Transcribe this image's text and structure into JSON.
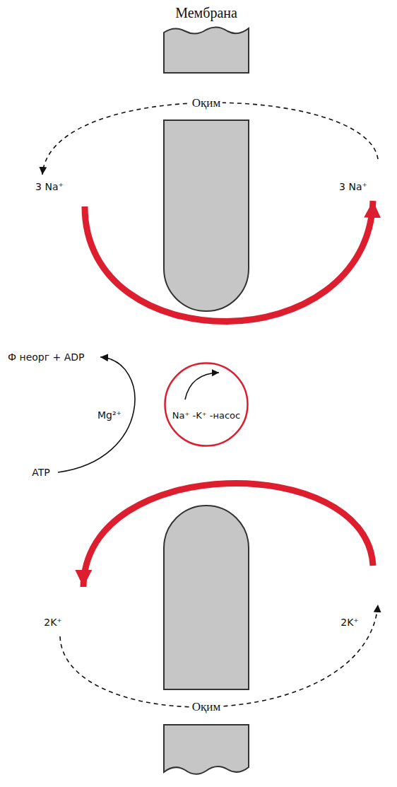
{
  "diagram": {
    "nodes": [
      {
        "text": [
          "Na⁺ -K⁺ -насос"
        ]
      }
    ],
    "labels": [
      "Мембрана",
      "Оқим",
      "3 Na⁺",
      "3 Na⁺",
      "Ф неорг + ADP",
      "Mg²⁺",
      "ATP",
      "2K⁺",
      "2K⁺",
      "Оқим"
    ]
  }
}
